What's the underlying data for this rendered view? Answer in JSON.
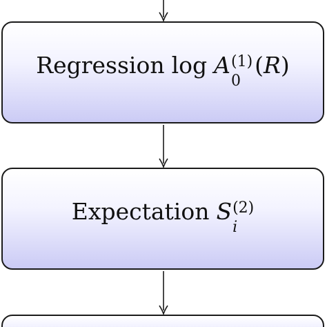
{
  "diagram": {
    "steps": [
      {
        "prefix": "Regression",
        "func": "log",
        "symbol": "A",
        "subscript": "0",
        "superscript": "(1)",
        "argument_open": "(",
        "argument": "R",
        "argument_close": ")"
      },
      {
        "prefix": "Expectation",
        "symbol": "S",
        "subscript": "i",
        "superscript": "(2)"
      },
      {
        "prefix": ""
      }
    ],
    "colors": {
      "box_top": "#ffffff",
      "box_bottom": "#cbcbf5",
      "border": "#1a1a1a",
      "arrow": "#1a1a1a"
    }
  }
}
